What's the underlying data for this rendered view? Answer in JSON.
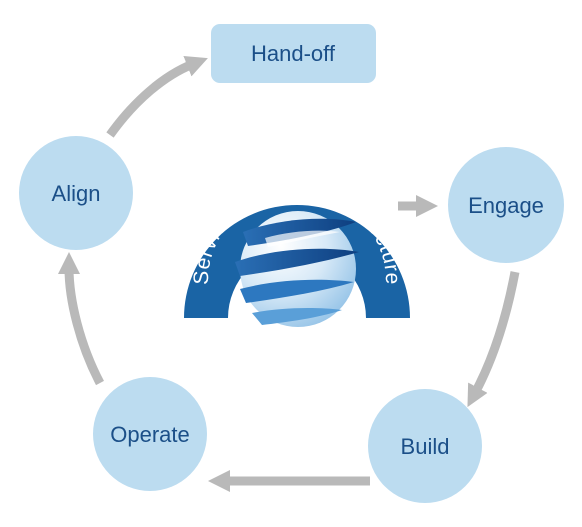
{
  "diagram": {
    "center_title": "Service Delivery Architecture",
    "nodes": {
      "handoff": "Hand-off",
      "align": "Align",
      "engage": "Engage",
      "build": "Build",
      "operate": "Operate"
    }
  },
  "colors": {
    "node_fill": "#bcdcf0",
    "node_text": "#1b4f88",
    "arrow": "#b9b9b9",
    "banner": "#1a64a5",
    "globe_dark": "#1a5ea8",
    "globe_light": "#dcecf8"
  }
}
